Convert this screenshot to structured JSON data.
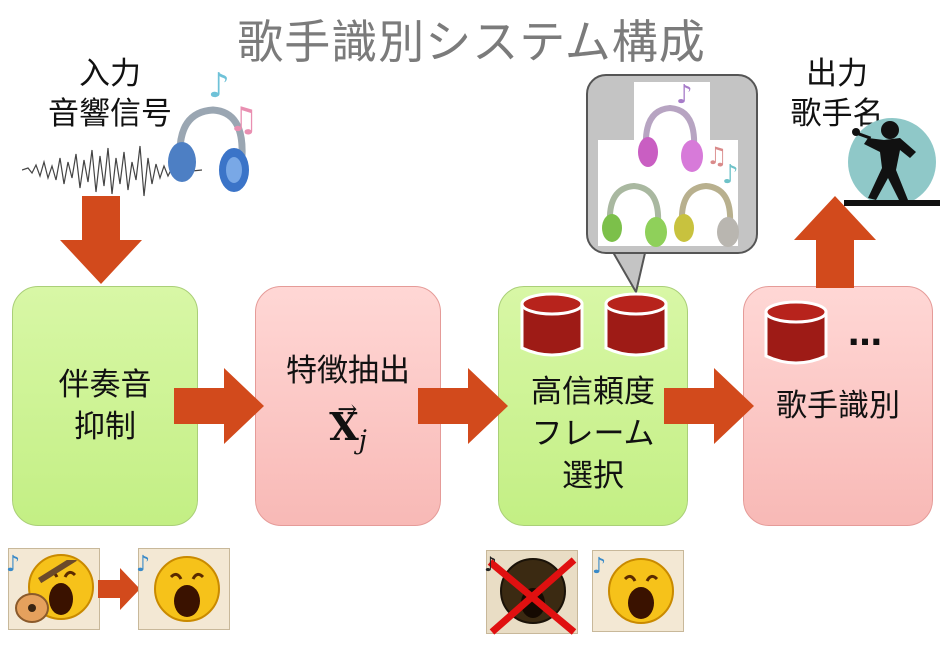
{
  "title": "歌手識別システム構成",
  "input": {
    "line1": "入力",
    "line2": "音響信号"
  },
  "output": {
    "line1": "出力",
    "line2": "歌手名"
  },
  "boxes": {
    "accomp": {
      "line1": "伴奏音",
      "line2": "抑制"
    },
    "feature": {
      "label": "特徴抽出",
      "symbol": "X",
      "subscript": "j",
      "vector_mark": "→"
    },
    "select": {
      "line1": "高信頼度",
      "line2": "フレーム",
      "line3": "選択"
    },
    "ident": {
      "label": "歌手識別",
      "ellipsis": "…"
    }
  },
  "colors": {
    "arrow": "#d24a1c",
    "green_box": "#c8f08e",
    "pink_box": "#f9c0bd",
    "cylinder": "#9e1b16",
    "title": "#7b7b7b"
  },
  "icons": [
    "headphones-icon",
    "music-note-icon",
    "waveform-icon",
    "database-icon",
    "singer-silhouette-icon",
    "singing-face-icon",
    "guitar-icon",
    "red-cross-icon"
  ]
}
